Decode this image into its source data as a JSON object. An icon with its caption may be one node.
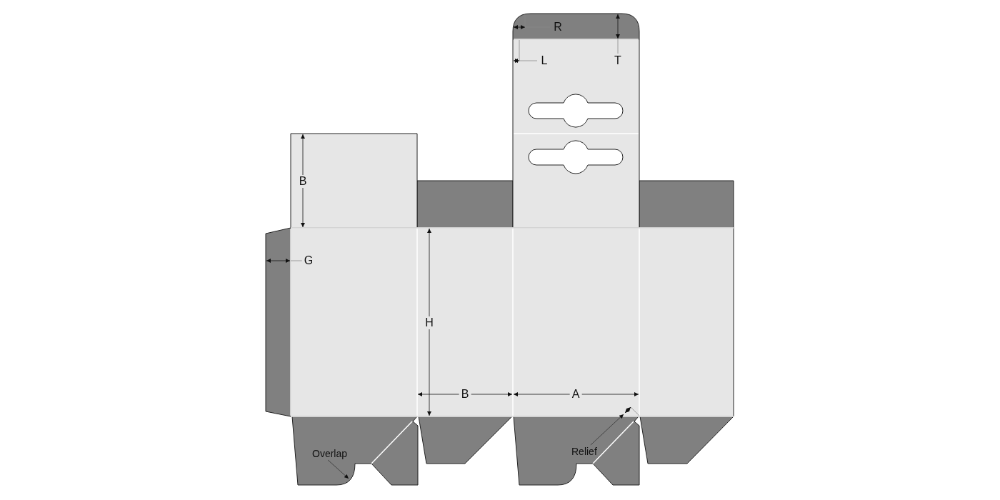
{
  "diagram": {
    "nodes": [
      {
        "text": [
          "Overlap"
        ]
      },
      {
        "text": [
          "Relief"
        ]
      }
    ],
    "edges": [
      {
        "from": 0,
        "to": null,
        "arrow": "to"
      },
      {
        "from": 1,
        "to": null,
        "arrow": "to"
      }
    ],
    "labels": [
      "R",
      "L",
      "T",
      "B",
      "G",
      "H",
      "B",
      "A"
    ]
  }
}
